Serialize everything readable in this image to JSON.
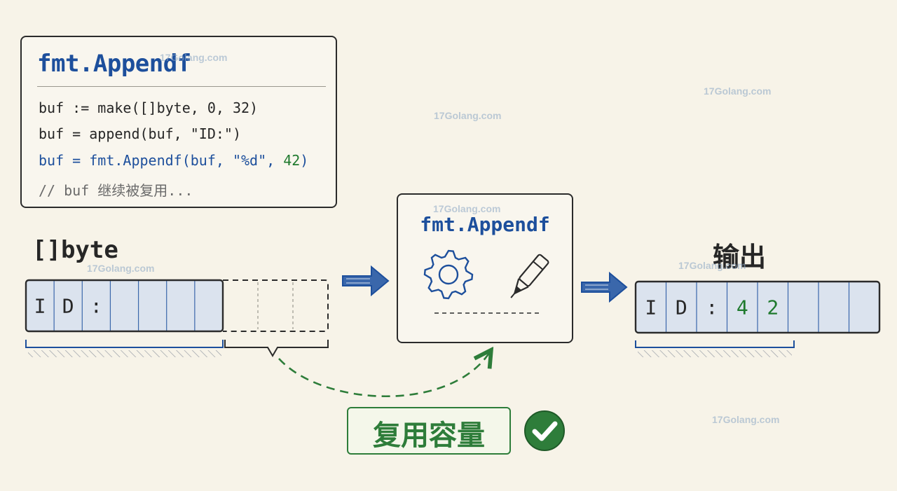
{
  "code_panel": {
    "title": "fmt.Appendf",
    "lines": [
      "buf := make([]byte, 0, 32)",
      "buf = append(buf, \"ID:\")",
      {
        "prefix": "buf = fmt.Appendf(buf, \"%d\", ",
        "number": "42",
        "suffix": ")"
      },
      "// buf 继续被复用..."
    ]
  },
  "input_buffer": {
    "label": "[]byte",
    "cells": [
      "I",
      "D",
      ":",
      "",
      "",
      "",
      ""
    ],
    "spare_cells": [
      "",
      "",
      ""
    ]
  },
  "process": {
    "title": "fmt.Appendf",
    "icons": [
      "gear-icon",
      "pen-icon"
    ]
  },
  "output_buffer": {
    "label": "输出",
    "cells": [
      "I",
      "D",
      ":",
      "4",
      "2",
      "",
      "",
      ""
    ],
    "highlight_color": "#1f7a2e"
  },
  "reuse": {
    "label": "复用容量",
    "icon": "check-circle-icon"
  },
  "watermark": {
    "text": "17Golang.com"
  },
  "colors": {
    "accent_blue": "#1d4f9c",
    "accent_green": "#2e7d3a",
    "cell_fill": "#dbe3ee",
    "background": "#f7f3e8"
  }
}
